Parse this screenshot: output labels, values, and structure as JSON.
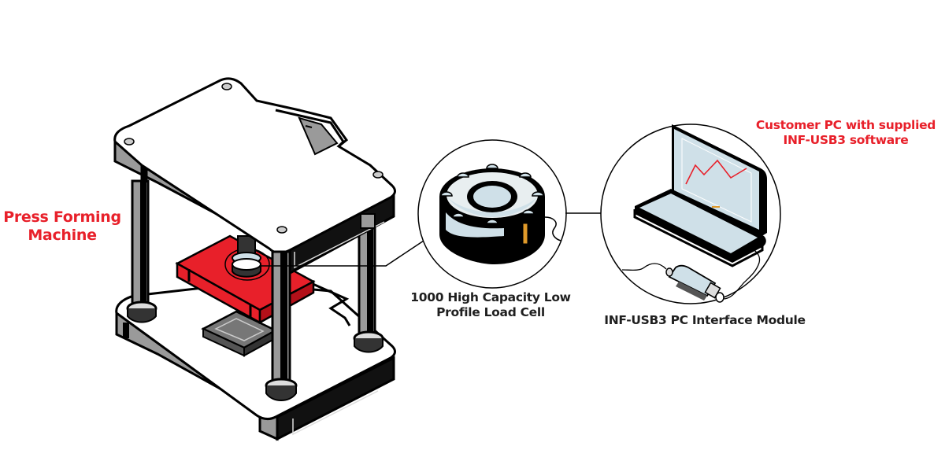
{
  "diagram": {
    "title": "Press Forming Machine load monitoring setup",
    "labels": {
      "press_machine_line1": "Press Forming",
      "press_machine_line2": "Machine",
      "load_cell_line1": "1000 High Capacity Low",
      "load_cell_line2": "Profile Load Cell",
      "interface_module": "INF-USB3 PC Interface Module",
      "customer_pc_line1": "Customer PC with supplied",
      "customer_pc_line2": "INF-USB3 software"
    },
    "components": [
      {
        "id": "press-forming-machine",
        "icon": "press-machine-icon"
      },
      {
        "id": "load-cell",
        "icon": "load-cell-icon",
        "shown_in": "magnified-circle"
      },
      {
        "id": "interface-module",
        "icon": "usb-interface-module-icon",
        "shown_in": "magnified-circle"
      },
      {
        "id": "customer-pc",
        "icon": "laptop-icon",
        "shown_in": "magnified-circle"
      }
    ],
    "connections": [
      {
        "from": "press-forming-machine",
        "to": "load-cell",
        "kind": "callout-line"
      },
      {
        "from": "load-cell",
        "to": "interface-module",
        "kind": "cable"
      },
      {
        "from": "interface-module",
        "to": "customer-pc",
        "kind": "cable"
      }
    ],
    "colors": {
      "accent_red": "#e8202a",
      "text_dark": "#1f1f1f",
      "metal_gray": "#9a9a9a",
      "outline_black": "#000000",
      "screen_blue": "#cfe0e8",
      "strain_gauge_orange": "#e09a2a"
    }
  }
}
